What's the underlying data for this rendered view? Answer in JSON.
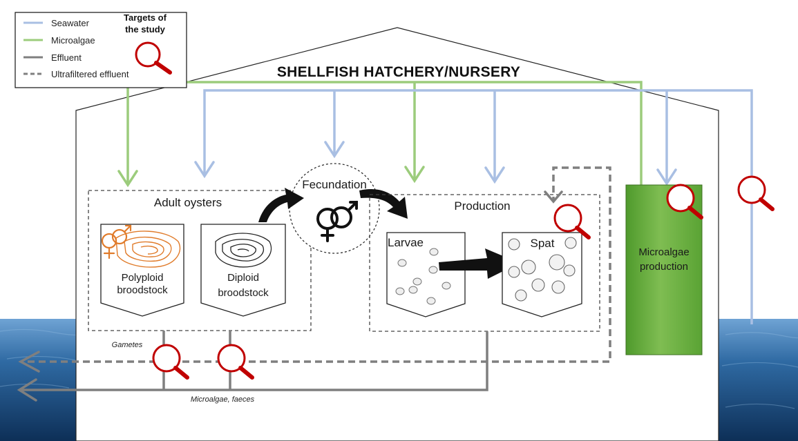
{
  "title": "SHELLFISH HATCHERY/NURSERY",
  "legend": {
    "items": [
      {
        "label": "Seawater",
        "color": "#a9bfe3",
        "style": "solid"
      },
      {
        "label": "Microalgae",
        "color": "#9ccc7c",
        "style": "solid"
      },
      {
        "label": "Effluent",
        "color": "#7f7f7f",
        "style": "solid"
      },
      {
        "label": "Ultrafiltered effluent",
        "color": "#7f7f7f",
        "style": "dashed"
      }
    ],
    "targets_line1": "Targets of",
    "targets_line2": "the study",
    "targets_icon": "magnifier-icon"
  },
  "boxes": {
    "adult_oysters": "Adult oysters",
    "polyploid_line1": "Polyploid",
    "polyploid_line2": "broodstock",
    "diploid_line1": "Diploid",
    "diploid_line2": "broodstock",
    "fecundation": "Fecundation",
    "production": "Production",
    "larvae": "Larvae",
    "spat": "Spat",
    "microalgae_line1": "Microalgae",
    "microalgae_line2": "production"
  },
  "effluent_labels": {
    "gametes": "Gametes",
    "microalgae_faeces": "Microalgae, faeces"
  },
  "colors": {
    "seawater": "#a9bfe3",
    "microalgae": "#9ccc7c",
    "effluent": "#7f7f7f",
    "target": "#c00000",
    "sea_dark": "#0f3a66",
    "sea_light": "#3f7fb6",
    "algae_tank_dark": "#4f9a2c",
    "algae_tank_light": "#8fd060",
    "orange": "#e07b2a"
  }
}
